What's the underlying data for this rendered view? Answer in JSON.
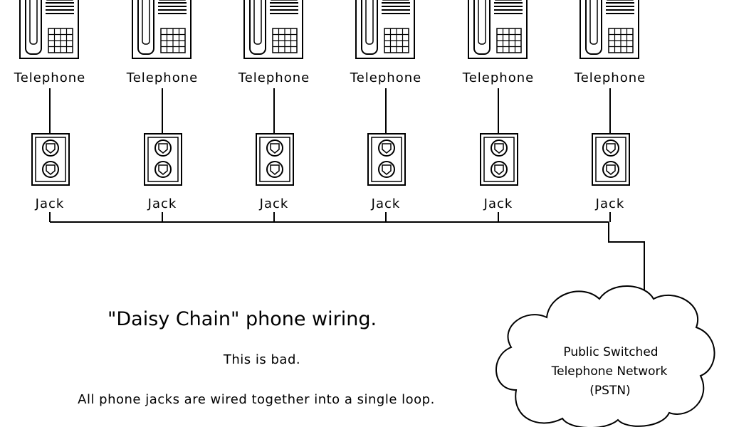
{
  "diagram": {
    "phone_label": "Telephone",
    "jack_label": "Jack",
    "node_count": 6,
    "title": "\"Daisy Chain\" phone wiring.",
    "line1": "This is bad.",
    "line2": "All phone jacks are wired together into a single loop.",
    "cloud_lines": [
      "Public Switched",
      "Telephone Network",
      "(PSTN)"
    ]
  }
}
